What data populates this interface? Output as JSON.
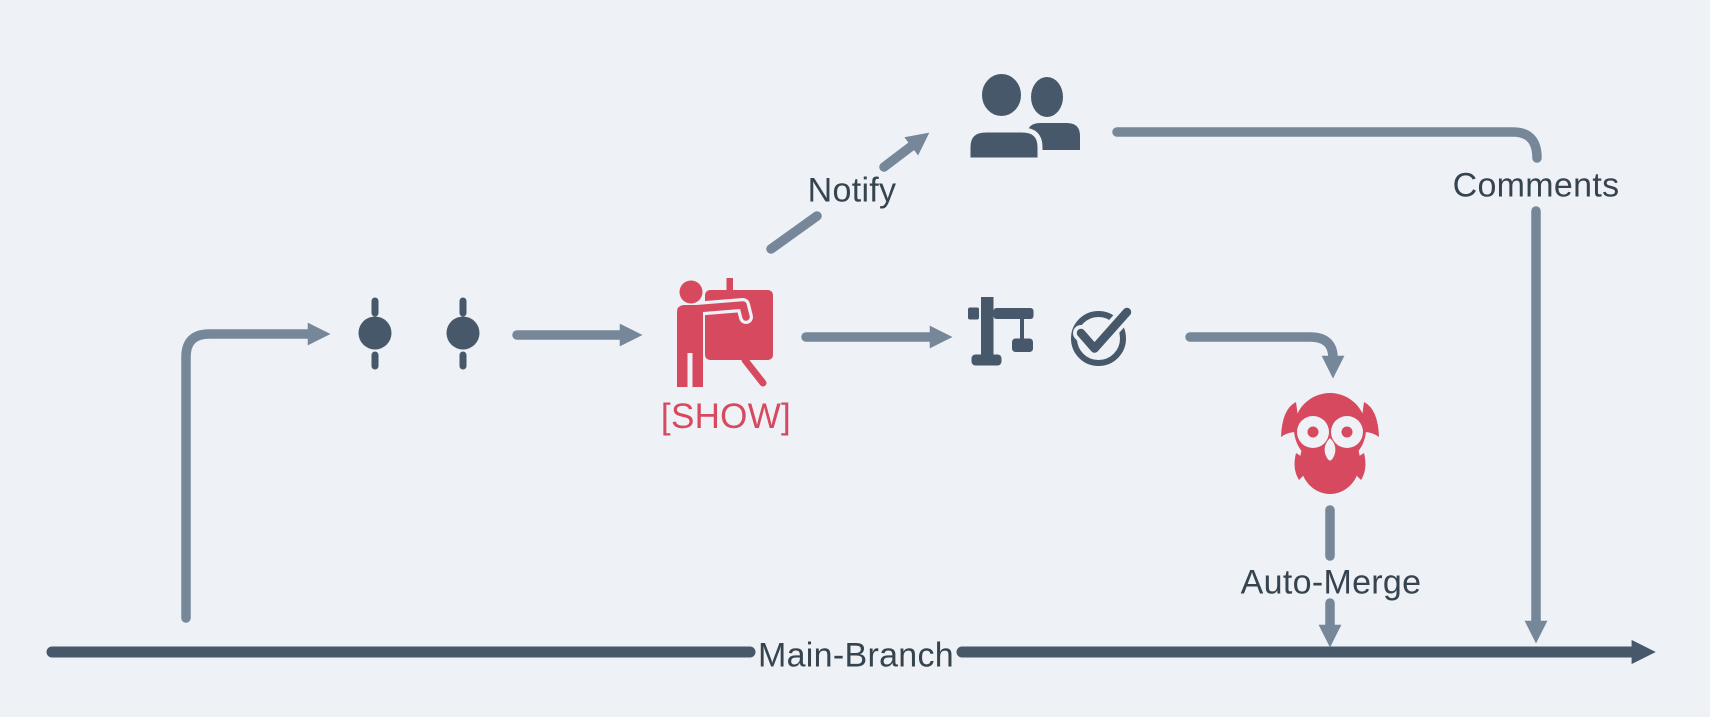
{
  "title": "Review workflow diagram",
  "labels": {
    "notify": "Notify",
    "comments": "Comments",
    "show_tag": "[SHOW]",
    "auto_merge": "Auto-Merge",
    "main_branch": "Main-Branch"
  },
  "icons": {
    "commit_1": "git-commit-icon",
    "commit_2": "git-commit-icon",
    "presenter": "presentation-icon",
    "team": "team-icon",
    "build": "build-crane-icon",
    "approved": "check-circle-icon",
    "bot": "owl-bot-icon"
  },
  "colors": {
    "background": "#eef1f5",
    "ink_dark": "#46586a",
    "text_dark": "#36444f",
    "arrow_light": "#76879a",
    "accent_red": "#d6495e"
  }
}
